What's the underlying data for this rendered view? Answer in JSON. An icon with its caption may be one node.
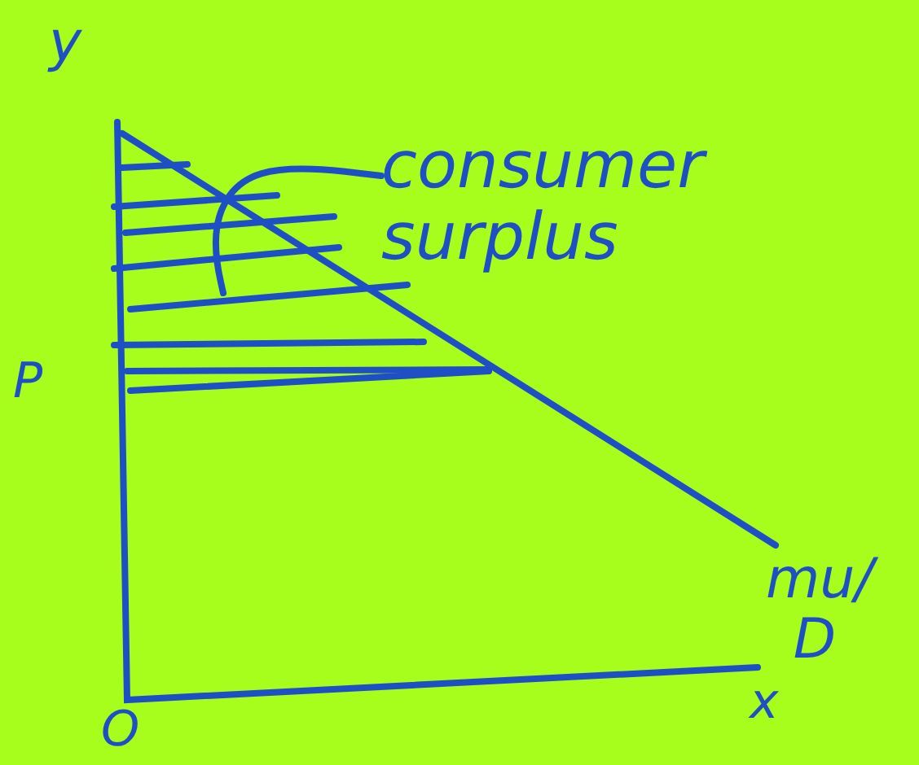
{
  "diagram": {
    "nodes": [
      {
        "text": [
          "consumer surplus"
        ]
      },
      {
        "text": [],
        "shape": "hatching"
      }
    ],
    "edges": [
      {
        "from": 0,
        "to": 1,
        "arrow": "none"
      }
    ],
    "labels": [
      "y",
      "P",
      "mu/ D",
      "O",
      "x"
    ]
  }
}
